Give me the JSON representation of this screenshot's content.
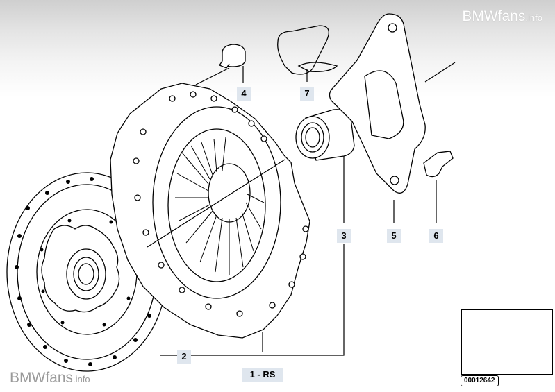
{
  "watermarks": {
    "top": {
      "brand": "BMWfans",
      "suffix": ".info"
    },
    "bottom": {
      "brand": "BMWfans",
      "suffix": ".info"
    }
  },
  "callouts": {
    "clutch_kit": "1 - RS",
    "clutch_disc": "2",
    "release_bearing": "3",
    "bolt": "4",
    "guide_plate": "5",
    "pin": "6",
    "spring_clip": "7"
  },
  "thumbnail": {
    "reference_code": "00012642"
  },
  "colors": {
    "label_bg": "#dfe6ee",
    "line": "#000000",
    "watermark": "#ffffff"
  }
}
